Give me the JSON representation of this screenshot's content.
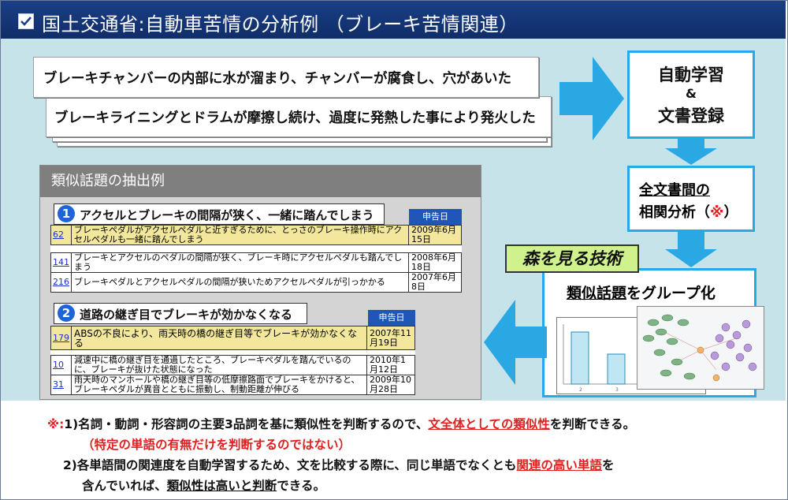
{
  "header": {
    "title": "国土交通省:自動車苦情の分析例 （ブレーキ苦情関連）"
  },
  "documents": {
    "doc1": "ブレーキチャンバーの内部に水が溜まり、チャンバーが腐食し、穴があいた",
    "doc2": "ブレーキライニングとドラムが摩擦し続け、過度に発熱した事により発火した"
  },
  "process": {
    "learn": {
      "line1": "自動学習",
      "line2": "&",
      "line3": "文書登録"
    },
    "correlation": {
      "line1": "全文書間の",
      "line2": "相関分析（",
      "mark": "※",
      "close": "）"
    },
    "group": {
      "underlined": "類似話題",
      "rest": "をグループ化"
    },
    "badge": "森を見る技術"
  },
  "extract": {
    "title": "類似話題の抽出例",
    "date_header": "申告日",
    "topic1": {
      "num": "1",
      "label": "アクセルとブレーキの間隔が狭く、一緒に踏んでしまう",
      "rows": [
        {
          "id": "62",
          "text": "ブレーキペダルがアクセルペダルと近すぎるために、とっさのブレーキ操作時にアクセルペダルも一緒に踏んでしまう",
          "date": "2009年6月15日"
        },
        {
          "id": "141",
          "text": "ブレーキとアクセルのペダルの間隔が狭く、ブレーキ時にアクセルペダルも踏んでしまう",
          "date": "2008年6月18日"
        },
        {
          "id": "216",
          "text": "ブレーキペダルとアクセルペダルの間隔が狭いためアクセルペダルが引っかかる",
          "date": "2007年6月8日"
        }
      ]
    },
    "topic2": {
      "num": "2",
      "label": "道路の継ぎ目でブレーキが効かなくなる",
      "rows": [
        {
          "id": "179",
          "text": "ABSの不良により、雨天時の橋の継ぎ目等でブレーキが効かなくなる",
          "date": "2007年11月19日"
        },
        {
          "id": "10",
          "text": "減速中に橋の継ぎ目を通過したところ、ブレーキペダルを踏んでいるのに、ブレーキが抜けた状態になった",
          "date": "2010年1月12日"
        },
        {
          "id": "31",
          "text": "雨天時のマンホールや橋の継ぎ目等の低摩擦路面でブレーキをかけると、ブレーキペダルが異音とともに振動し、制動距離が伸びる",
          "date": "2009年10月28日"
        }
      ]
    }
  },
  "notes": {
    "line1_prefix": "※:1)名詞・動詞・形容詞の主要3品詞を基に類似性を判断するので、",
    "line1_emph": "文全体としての類似性",
    "line1_suffix": "を判断できる。",
    "line2": "（特定の単語の有無だけを判断するのではない）",
    "line3_prefix": "2)各単語間の関連度を自動学習するため、文を比較する際に、同じ単語でなくとも",
    "line3_emph": "関連の高い単語",
    "line3_suffix": "を",
    "line4_prefix": "含んでいれば、",
    "line4_emph": "類似性は高いと判断",
    "line4_suffix": "できる。"
  },
  "colors": {
    "header": "#1a3f86",
    "panel": "#c7e3ea",
    "arrow": "#2aa8e4",
    "box_border": "#25a9e8",
    "badge": "#d0f28c",
    "highlight": "#f2e79d",
    "date_header": "#1f56b8",
    "red": "#e02020"
  },
  "icons": [
    "checkbox-icon",
    "right-arrow-icon",
    "down-arrow-icon",
    "left-arrow-icon",
    "number-circle-icon",
    "bar-chart-thumbnail",
    "network-graph-thumbnail"
  ]
}
